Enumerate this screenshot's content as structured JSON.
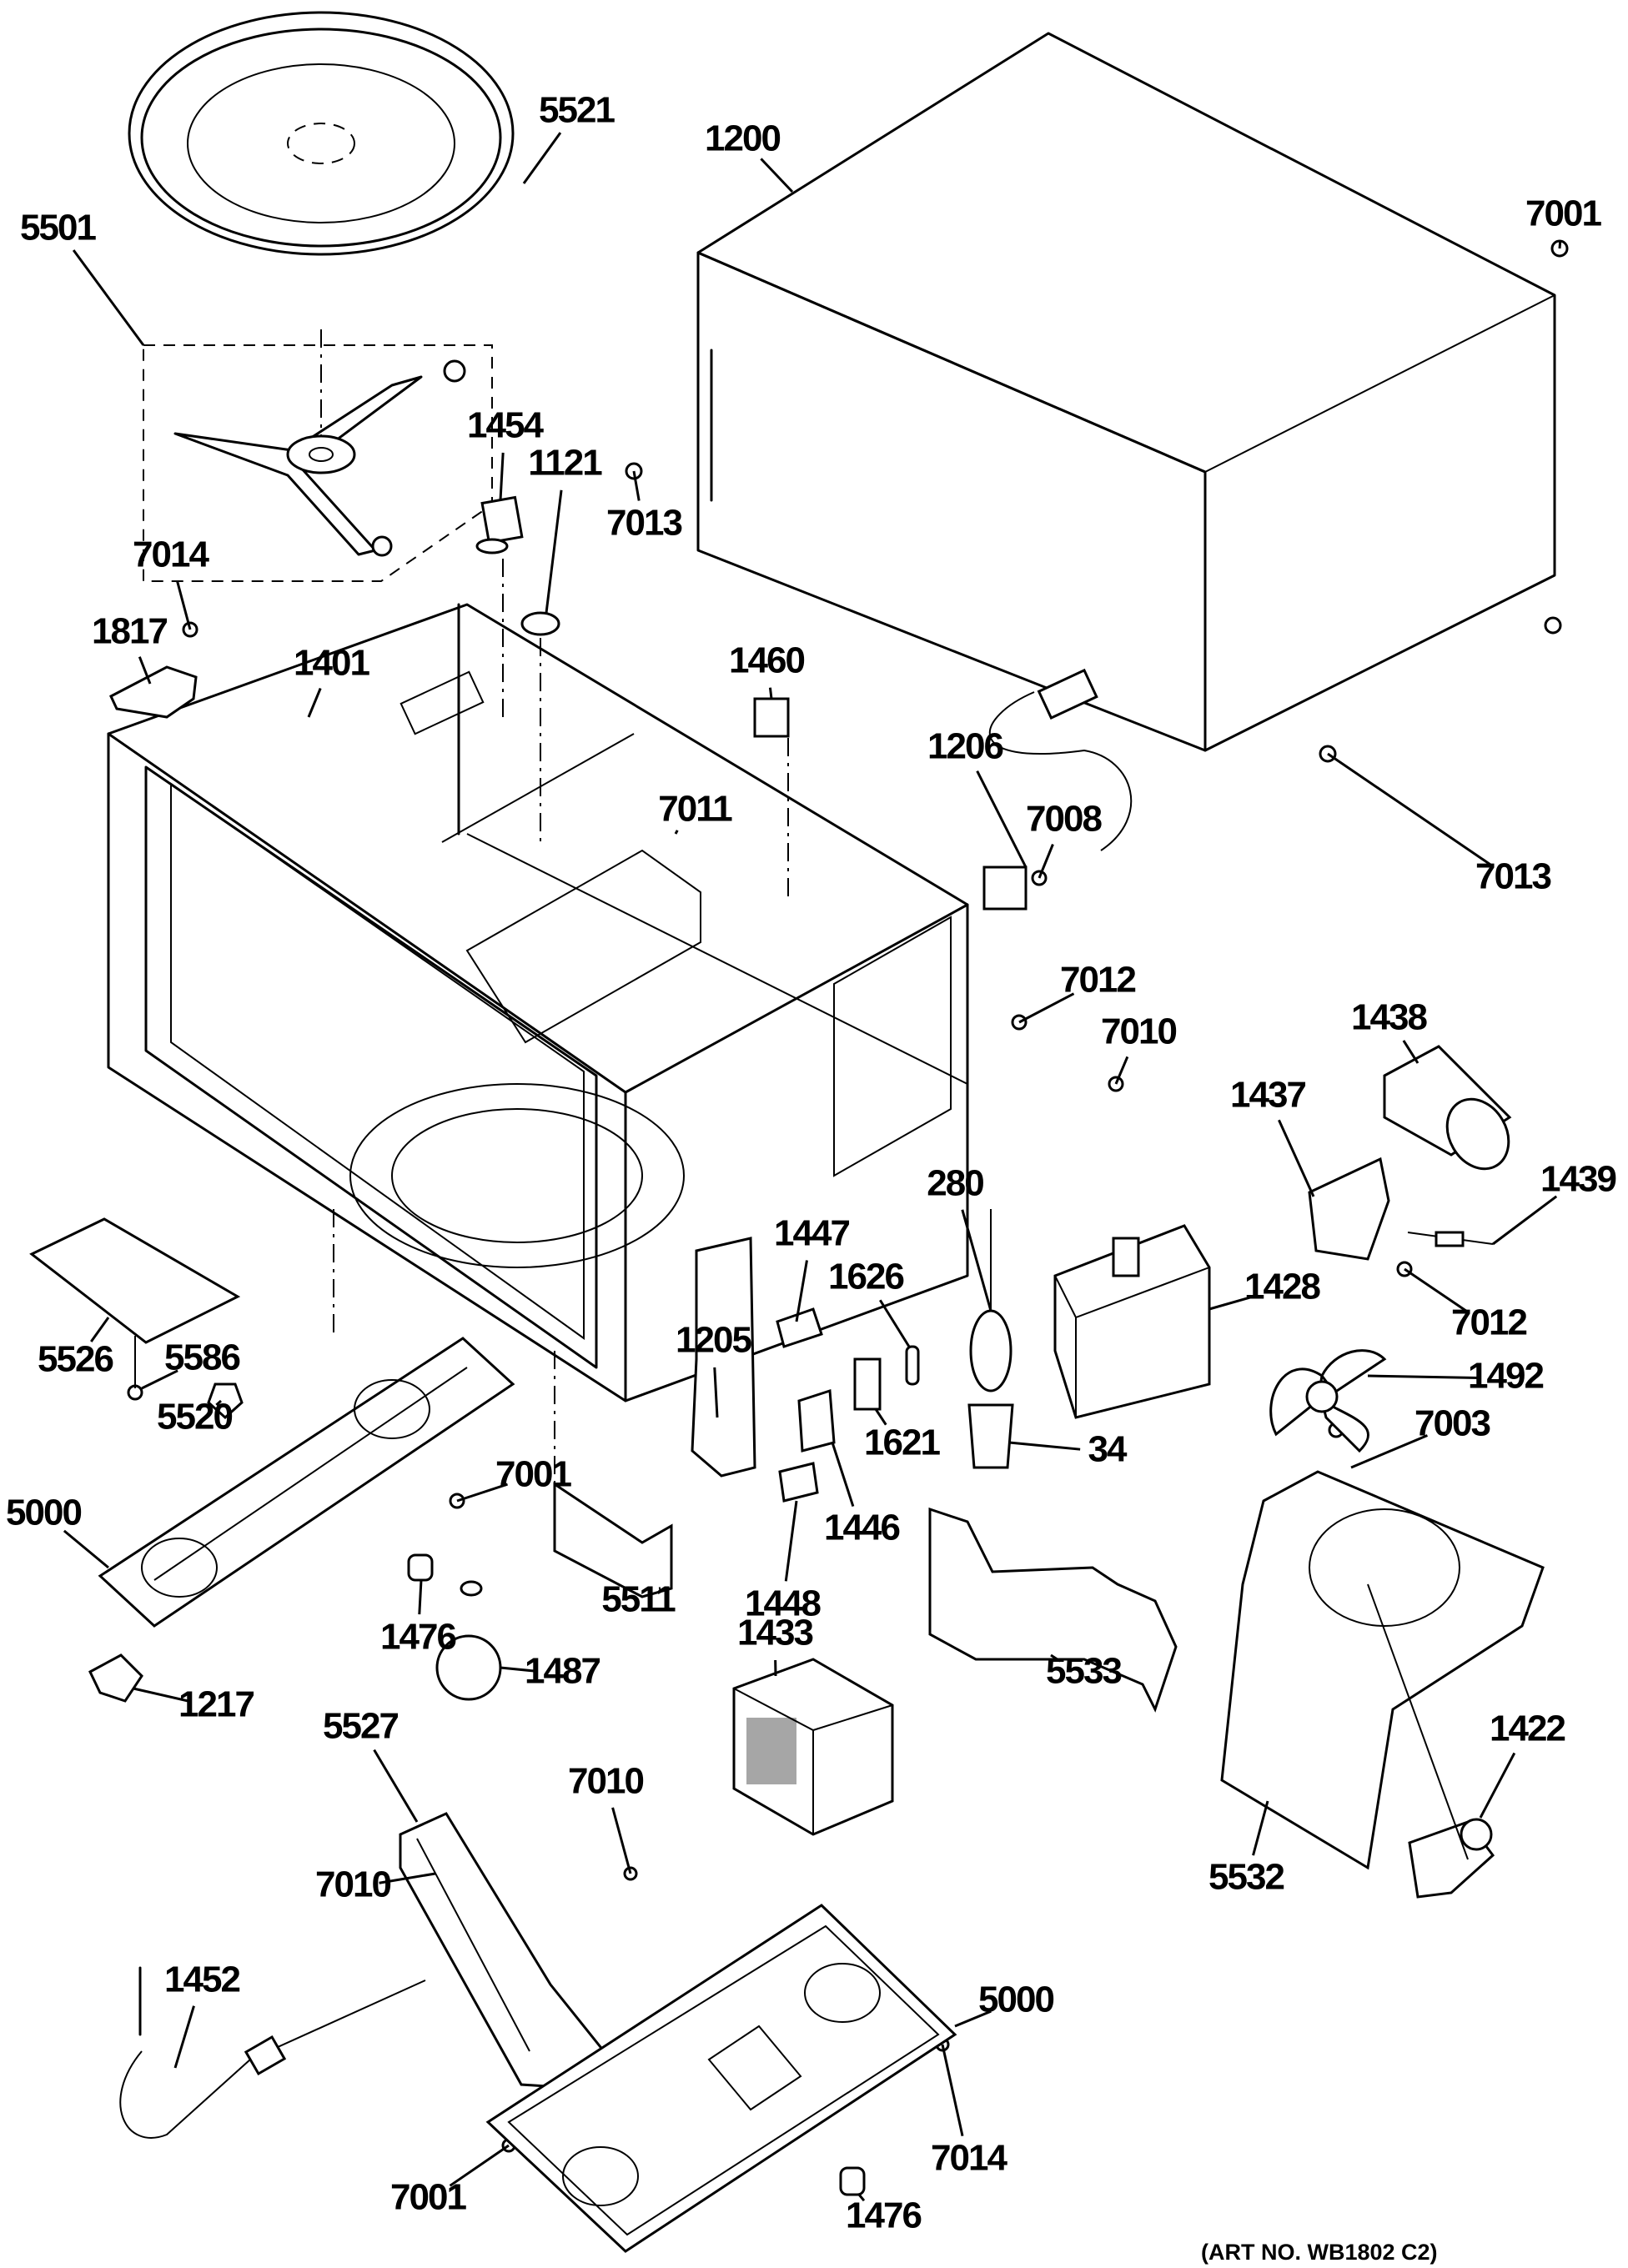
{
  "diagram": {
    "type": "exploded-parts-view",
    "subject": "microwave oven chassis",
    "art_number_caption": "(ART NO. WB1802 C2)",
    "callouts": [
      {
        "part": "5521",
        "component": "turntable tray"
      },
      {
        "part": "5501",
        "component": "turntable roller support assembly"
      },
      {
        "part": "1200",
        "component": "outer case / wrapper"
      },
      {
        "part": "7001",
        "component": "screw (case top-right)"
      },
      {
        "part": "1454",
        "component": "switch"
      },
      {
        "part": "1121",
        "component": "thermal cutout"
      },
      {
        "part": "7013",
        "component": "screw (case left)"
      },
      {
        "part": "7014",
        "component": "screw (hinge)"
      },
      {
        "part": "1817",
        "component": "hinge"
      },
      {
        "part": "1401",
        "component": "oven cavity"
      },
      {
        "part": "1460",
        "component": "switch (top)"
      },
      {
        "part": "1206",
        "component": "power cord / terminal"
      },
      {
        "part": "7008",
        "component": "screw (cord)"
      },
      {
        "part": "7013",
        "component": "screws (case rear)"
      },
      {
        "part": "7011",
        "component": "screws (waveguide)"
      },
      {
        "part": "7012",
        "component": "screw (ground)"
      },
      {
        "part": "7010",
        "component": "screw (ground lead)"
      },
      {
        "part": "1438",
        "component": "high-voltage capacitor"
      },
      {
        "part": "1437",
        "component": "capacitor bracket"
      },
      {
        "part": "1439",
        "component": "high-voltage diode"
      },
      {
        "part": "280",
        "component": "lamp bulb"
      },
      {
        "part": "1447",
        "component": "interlock switch"
      },
      {
        "part": "1626",
        "component": "fuse"
      },
      {
        "part": "1428",
        "component": "magnetron"
      },
      {
        "part": "7012",
        "component": "screw (diode)"
      },
      {
        "part": "5526",
        "component": "cover plate"
      },
      {
        "part": "5586",
        "component": "screw (cover plate)"
      },
      {
        "part": "1205",
        "component": "door latch assembly"
      },
      {
        "part": "1492",
        "component": "fan blade"
      },
      {
        "part": "5520",
        "component": "coupler"
      },
      {
        "part": "7003",
        "component": "nut (fan)"
      },
      {
        "part": "1621",
        "component": "fuse holder"
      },
      {
        "part": "34",
        "component": "lamp socket"
      },
      {
        "part": "5000",
        "component": "base rail (left)"
      },
      {
        "part": "1446",
        "component": "interlock switch"
      },
      {
        "part": "7001",
        "component": "screw (base rail)"
      },
      {
        "part": "1448",
        "component": "monitor switch"
      },
      {
        "part": "5511",
        "component": "switch bracket"
      },
      {
        "part": "1476",
        "component": "foot (upper)"
      },
      {
        "part": "1433",
        "component": "high-voltage transformer"
      },
      {
        "part": "5533",
        "component": "air guide"
      },
      {
        "part": "1487",
        "component": "turntable motor"
      },
      {
        "part": "1217",
        "component": "thermistor / sensor"
      },
      {
        "part": "5527",
        "component": "air duct"
      },
      {
        "part": "7010",
        "component": "screw (base, upper)"
      },
      {
        "part": "1422",
        "component": "fan motor"
      },
      {
        "part": "7010",
        "component": "screw (duct)"
      },
      {
        "part": "5532",
        "component": "fan orifice / shroud"
      },
      {
        "part": "1452",
        "component": "temperature probe"
      },
      {
        "part": "5000",
        "component": "base plate"
      },
      {
        "part": "7014",
        "component": "screw (base)"
      },
      {
        "part": "7001",
        "component": "screw (base, front)"
      },
      {
        "part": "1476",
        "component": "foot (lower)"
      }
    ]
  }
}
